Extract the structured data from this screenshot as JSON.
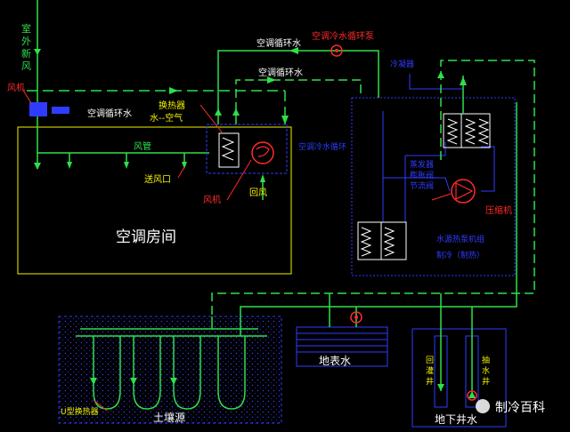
{
  "labels": {
    "outdoor_fresh_air": [
      "室",
      "外",
      "新",
      "风"
    ],
    "fan_left": "风机",
    "ac_circulating_water_left": "空调循环水",
    "heat_exchanger": "换热器",
    "water_air": "水--空气",
    "air_duct": "风管",
    "supply_vent": "送风口",
    "fan_unit": "风机",
    "return_air": "回风",
    "room": "空调房间",
    "ac_water_pump": "空调冷水循环泵",
    "ac_circulating_water_top": "空调循环水",
    "ac_circulating_water_mid": "空调循环水",
    "ac_water_right": "空调冷水循环",
    "condenser": "冷凝器",
    "evaporator_a": "蒸发器",
    "evaporator_b": "节流阀",
    "expansion": "膨胀阀",
    "compressor": "压缩机",
    "heat_pump_unit": "水源热泵机组",
    "heat_pump_mode": "制冷（制热）",
    "u_tube": "U型换热器",
    "soil_source": "土壤源",
    "surface_water": "地表水",
    "groundwater": "地下井水",
    "recharge_well": [
      "回",
      "灌",
      "井"
    ],
    "pump_well": [
      "抽",
      "水",
      "井"
    ]
  },
  "watermark": "制冷百科",
  "colors": {
    "green": "#2ee04a",
    "blue": "#2f3cff",
    "white": "#ffffff",
    "red": "#ff2a2a",
    "yellow": "#f2f200"
  }
}
